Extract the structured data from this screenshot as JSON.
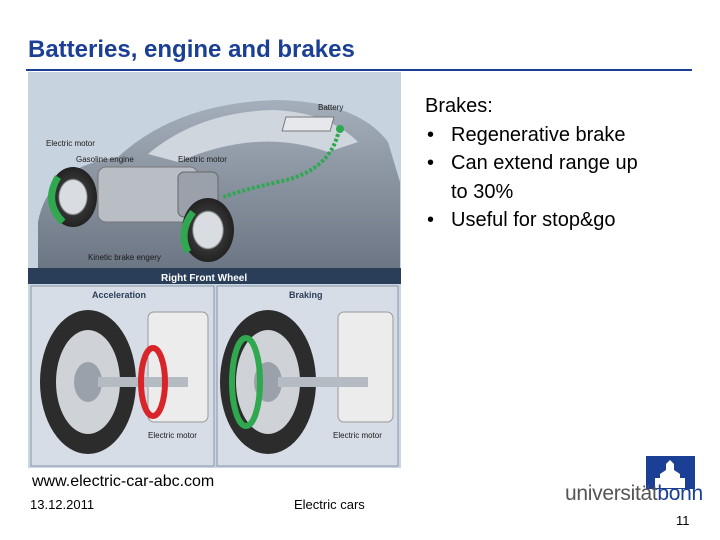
{
  "slide": {
    "title": "Batteries, engine and brakes",
    "source": "www.electric-car-abc.com"
  },
  "figure": {
    "labels": {
      "battery": "Battery",
      "electric_motor_left": "Electric motor",
      "gasoline_engine": "Gasoline engine",
      "electric_motor_mid": "Electric motor",
      "kinetic": "Kinetic brake engery",
      "banner": "Right Front Wheel",
      "acceleration": "Acceleration",
      "braking": "Braking",
      "motor_bottom_left": "Electric motor",
      "motor_bottom_right": "Electric motor"
    }
  },
  "bullets": {
    "lead": "Brakes:",
    "items": [
      {
        "line1": "Regenerative brake",
        "line2": ""
      },
      {
        "line1": "Can extend range up",
        "line2": "to 30%"
      },
      {
        "line1": "Useful for stop&go",
        "line2": ""
      }
    ]
  },
  "footer": {
    "date": "13.12.2011",
    "center": "Electric cars",
    "page": "11"
  },
  "logo": {
    "part1": "universität",
    "part2": "bonn"
  },
  "colors": {
    "brand": "#1b3f95",
    "green_arrow": "#2fa84f",
    "red_arrow": "#d8252a"
  }
}
